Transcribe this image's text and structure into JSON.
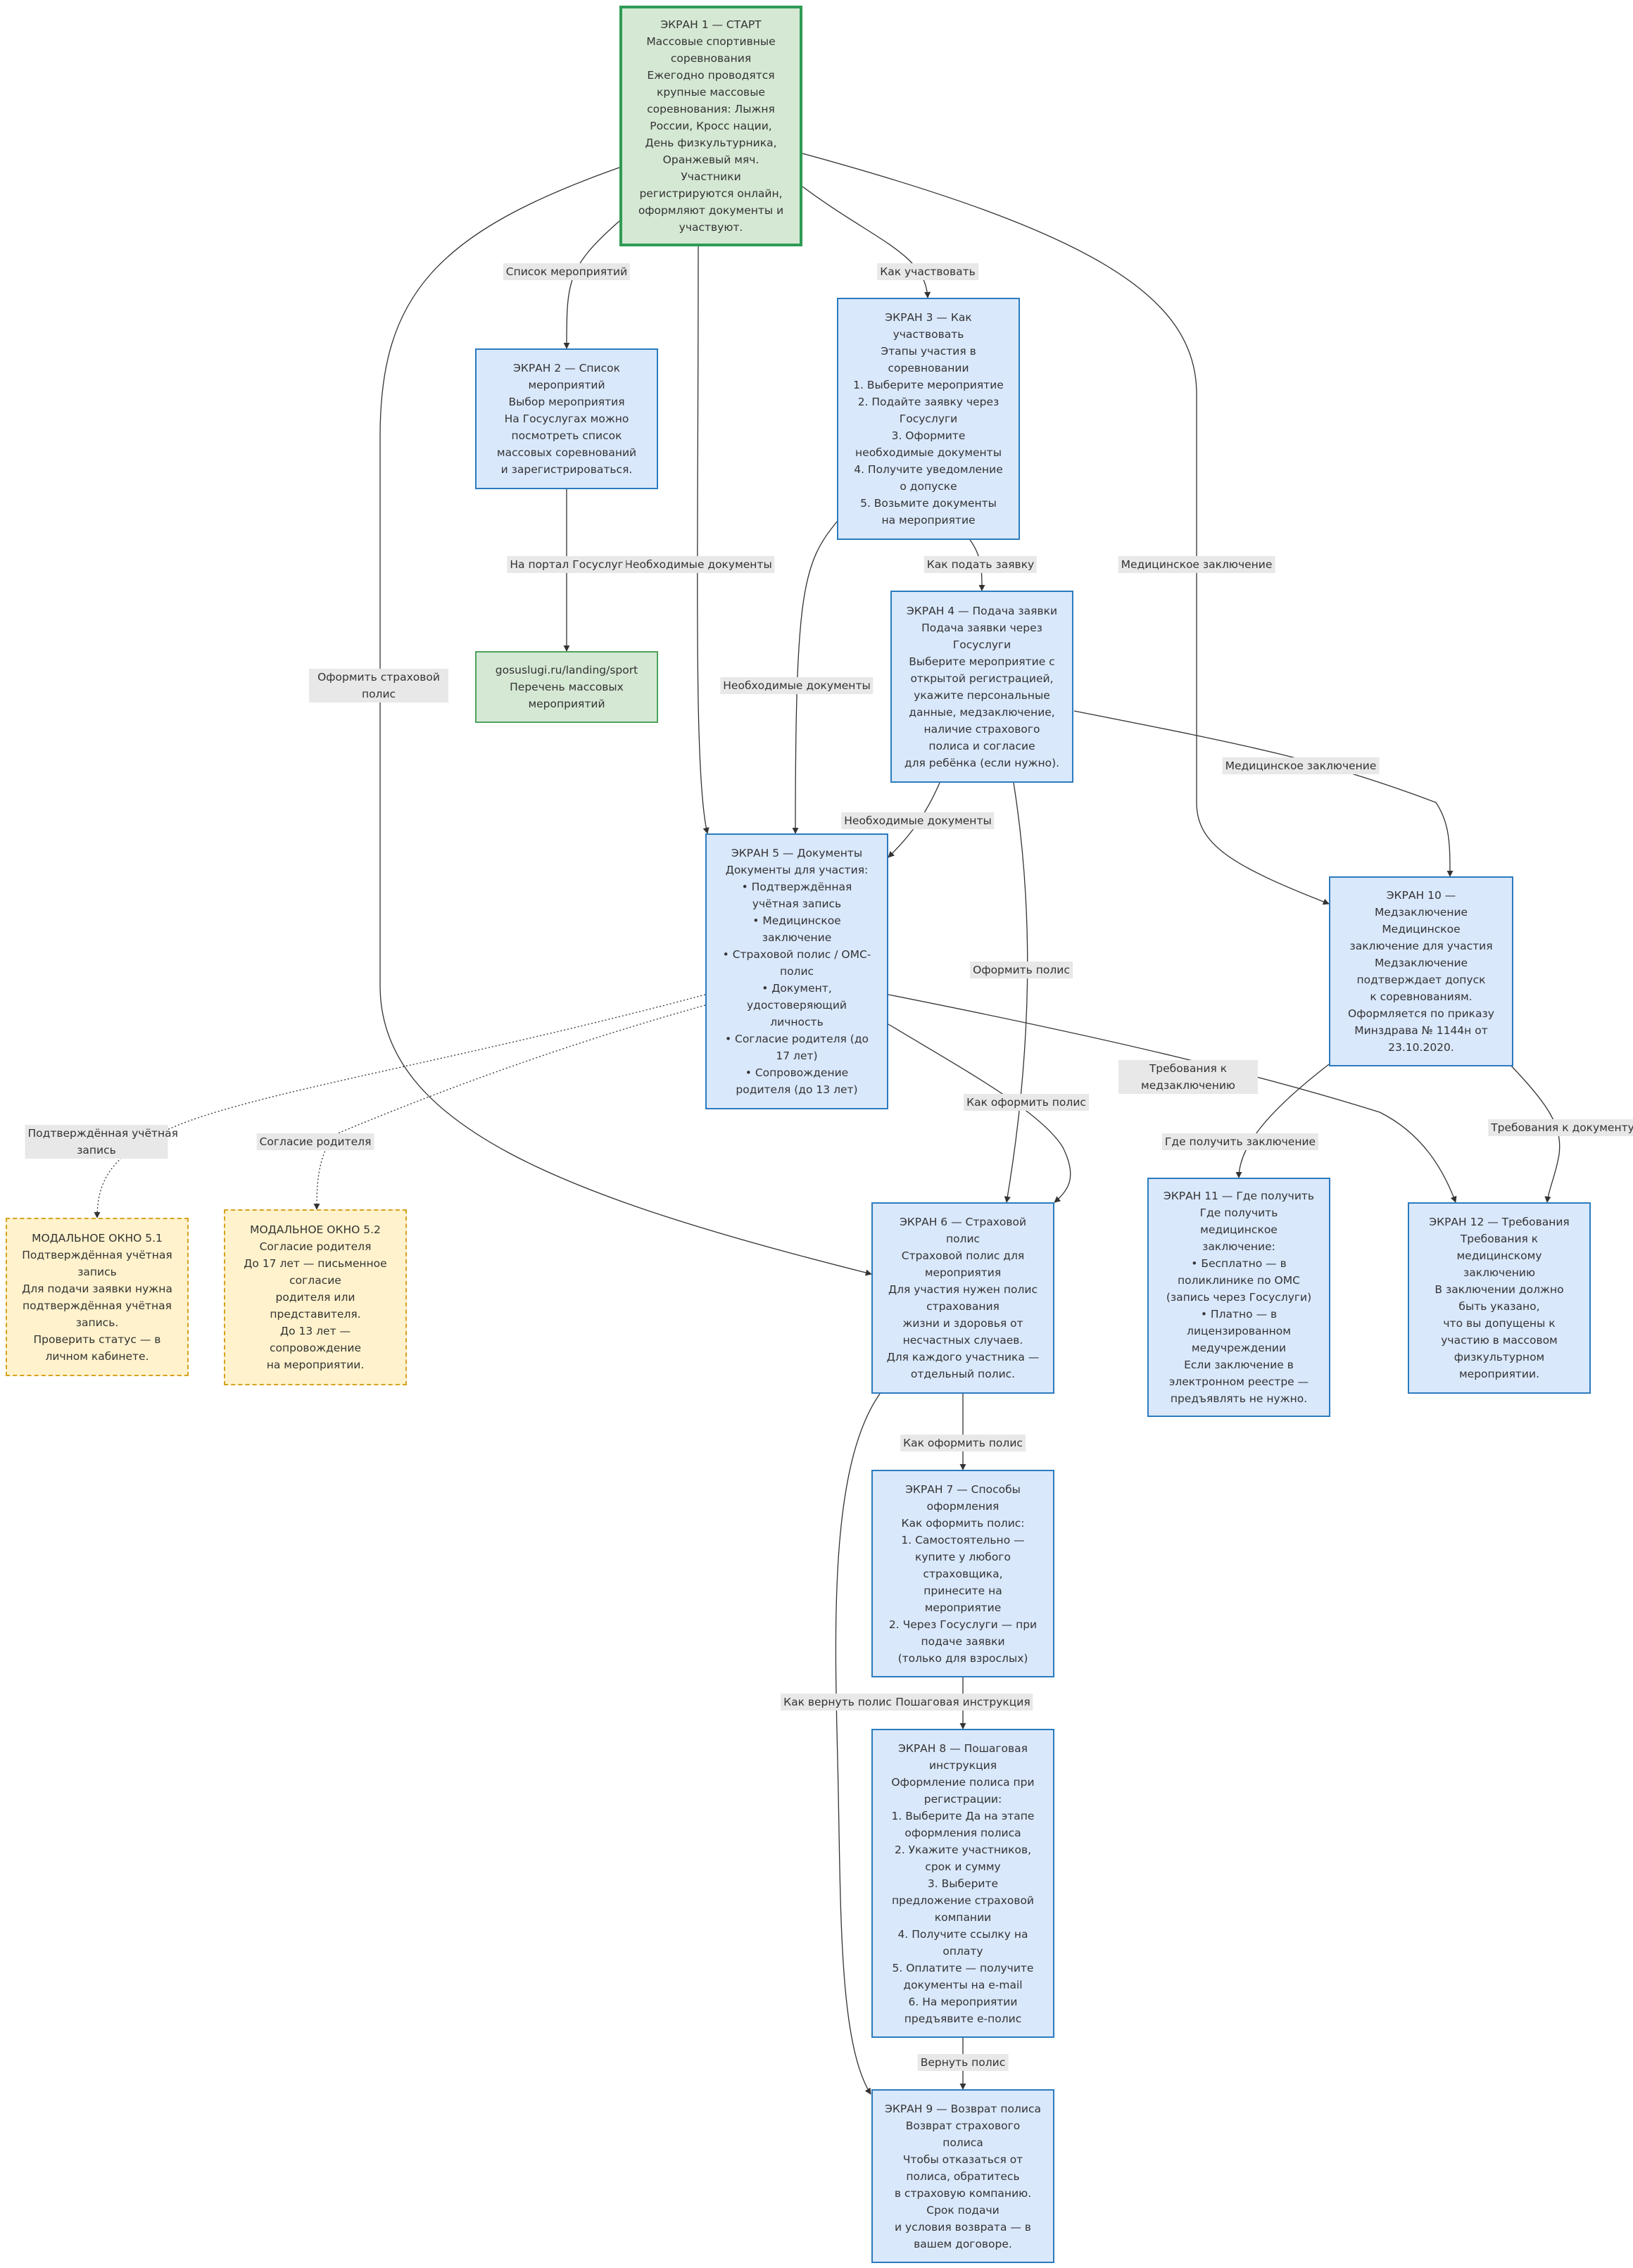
{
  "nodes": [
    {
      "id": "s1",
      "style": "start",
      "lines": [
        "ЭКРАН 1 — СТАРТ",
        "Массовые спортивные",
        "соревнования",
        "Ежегодно проводятся",
        "крупные массовые",
        "соревнования: Лыжня",
        "России, Кросс нации,",
        "День физкультурника,",
        "Оранжевый мяч.",
        "Участники",
        "регистрируются онлайн,",
        "оформляют документы и",
        "участвуют."
      ]
    },
    {
      "id": "s2",
      "style": "blue",
      "lines": [
        "ЭКРАН 2 — Список",
        "мероприятий",
        "Выбор мероприятия",
        "На Госуслугах можно",
        "посмотреть список",
        "массовых соревнований",
        "и зарегистрироваться."
      ]
    },
    {
      "id": "portal",
      "style": "green",
      "lines": [
        "gosuslugi.ru/landing/sport",
        "Перечень массовых",
        "мероприятий"
      ]
    },
    {
      "id": "s3",
      "style": "blue",
      "lines": [
        "ЭКРАН 3 — Как",
        "участвовать",
        "Этапы участия в",
        "соревновании",
        "1. Выберите мероприятие",
        "2. Подайте заявку через",
        "Госуслуги",
        "3. Оформите",
        "необходимые документы",
        "4. Получите уведомление",
        "о допуске",
        "5. Возьмите документы",
        "на мероприятие"
      ]
    },
    {
      "id": "s4",
      "style": "blue",
      "lines": [
        "ЭКРАН 4 — Подача заявки",
        "Подача заявки через",
        "Госуслуги",
        "Выберите мероприятие с",
        "открытой регистрацией,",
        "укажите персональные",
        "данные, медзаключение,",
        "наличие страхового",
        "полиса и согласие",
        "для ребёнка (если нужно)."
      ]
    },
    {
      "id": "s5",
      "style": "blue",
      "lines": [
        "ЭКРАН 5 — Документы",
        "Документы для участия:",
        "• Подтверждённая",
        "учётная запись",
        "• Медицинское",
        "заключение",
        "• Страховой полис / ОМС-",
        "полис",
        "• Документ,",
        "удостоверяющий",
        "личность",
        "• Согласие родителя (до",
        "17 лет)",
        "• Сопровождение",
        "родителя (до 13 лет)"
      ]
    },
    {
      "id": "s10",
      "style": "blue",
      "lines": [
        "ЭКРАН 10 —",
        "Медзаключение",
        "Медицинское",
        "заключение для участия",
        "Медзаключение",
        "подтверждает допуск",
        "к соревнованиям.",
        "Оформляется по приказу",
        "Минздрава № 1144н от",
        "23.10.2020."
      ]
    },
    {
      "id": "m51",
      "style": "modal",
      "lines": [
        "МОДАЛЬНОЕ ОКНО 5.1",
        "Подтверждённая учётная",
        "запись",
        "Для подачи заявки нужна",
        "подтверждённая учётная",
        "запись.",
        "Проверить статус — в",
        "личном кабинете."
      ]
    },
    {
      "id": "m52",
      "style": "modal",
      "lines": [
        "МОДАЛЬНОЕ ОКНО 5.2",
        "Согласие родителя",
        "До 17 лет — письменное",
        "согласие",
        "родителя или",
        "представителя.",
        "До 13 лет —",
        "сопровождение",
        "на мероприятии."
      ]
    },
    {
      "id": "s6",
      "style": "blue",
      "lines": [
        "ЭКРАН 6 — Страховой",
        "полис",
        "Страховой полис для",
        "мероприятия",
        "Для участия нужен полис",
        "страхования",
        "жизни и здоровья от",
        "несчастных случаев.",
        "Для каждого участника —",
        "отдельный полис."
      ]
    },
    {
      "id": "s11",
      "style": "blue",
      "lines": [
        "ЭКРАН 11 — Где получить",
        "Где получить",
        "медицинское",
        "заключение:",
        "• Бесплатно — в",
        "поликлинике по ОМС",
        "(запись через Госуслуги)",
        "• Платно — в",
        "лицензированном",
        "медучреждении",
        "Если заключение в",
        "электронном реестре —",
        "предъявлять не нужно."
      ]
    },
    {
      "id": "s12",
      "style": "blue",
      "lines": [
        "ЭКРАН 12 — Требования",
        "Требования к",
        "медицинскому",
        "заключению",
        "В заключении должно",
        "быть указано,",
        "что вы допущены к",
        "участию в массовом",
        "физкультурном",
        "мероприятии."
      ]
    },
    {
      "id": "s7",
      "style": "blue",
      "lines": [
        "ЭКРАН 7 — Способы",
        "оформления",
        "Как оформить полис:",
        "1. Самостоятельно —",
        "купите у любого",
        "страховщика,",
        "принесите на",
        "мероприятие",
        "2. Через Госуслуги — при",
        "подаче заявки",
        "(только для взрослых)"
      ]
    },
    {
      "id": "s8",
      "style": "blue",
      "lines": [
        "ЭКРАН 8 — Пошаговая",
        "инструкция",
        "Оформление полиса при",
        "регистрации:",
        "1. Выберите Да на этапе",
        "оформления полиса",
        "2. Укажите участников,",
        "срок и сумму",
        "3. Выберите",
        "предложение страховой",
        "компании",
        "4. Получите ссылку на",
        "оплату",
        "5. Оплатите — получите",
        "документы на e-mail",
        "6. На мероприятии",
        "предъявите е-полис"
      ]
    },
    {
      "id": "s9",
      "style": "blue",
      "lines": [
        "ЭКРАН 9 — Возврат полиса",
        "Возврат страхового",
        "полиса",
        "Чтобы отказаться от",
        "полиса, обратитесь",
        "в страховую компанию.",
        "Срок подачи",
        "и условия возврата — в",
        "вашем договоре."
      ]
    }
  ],
  "edges": [
    {
      "id": "e1",
      "from": "s1",
      "to": "s2",
      "label_lines": [
        "Список мероприятий"
      ],
      "style": "solid"
    },
    {
      "id": "e2",
      "from": "s1",
      "to": "s3",
      "label_lines": [
        "Как участвовать"
      ],
      "style": "solid"
    },
    {
      "id": "e3",
      "from": "s1",
      "to": "s5",
      "label_lines": [
        "Необходимые документы"
      ],
      "style": "solid"
    },
    {
      "id": "e4",
      "from": "s1",
      "to": "s10",
      "label_lines": [
        "Медицинское заключение"
      ],
      "style": "solid"
    },
    {
      "id": "e5",
      "from": "s1",
      "to": "s6",
      "label_lines": [
        "Оформить страховой",
        "полис"
      ],
      "style": "solid"
    },
    {
      "id": "e6",
      "from": "s2",
      "to": "portal",
      "label_lines": [
        "На портал Госуслуг"
      ],
      "style": "solid"
    },
    {
      "id": "e7",
      "from": "s3",
      "to": "s4",
      "label_lines": [
        "Как подать заявку"
      ],
      "style": "solid"
    },
    {
      "id": "e8",
      "from": "s3",
      "to": "s5",
      "label_lines": [
        "Необходимые документы"
      ],
      "style": "solid"
    },
    {
      "id": "e9",
      "from": "s4",
      "to": "s5",
      "label_lines": [
        "Необходимые документы"
      ],
      "style": "solid"
    },
    {
      "id": "e10",
      "from": "s4",
      "to": "s10",
      "label_lines": [
        "Медицинское заключение"
      ],
      "style": "solid"
    },
    {
      "id": "e11",
      "from": "s4",
      "to": "s6",
      "label_lines": [
        "Оформить полис"
      ],
      "style": "solid"
    },
    {
      "id": "e12",
      "from": "s5",
      "to": "m51",
      "label_lines": [
        "Подтверждённая учётная",
        "запись"
      ],
      "style": "dotted"
    },
    {
      "id": "e13",
      "from": "s5",
      "to": "m52",
      "label_lines": [
        "Согласие родителя"
      ],
      "style": "dotted"
    },
    {
      "id": "e14",
      "from": "s5",
      "to": "s6",
      "label_lines": [
        "Как оформить полис"
      ],
      "style": "solid"
    },
    {
      "id": "e15",
      "from": "s5",
      "to": "s12",
      "label_lines": [
        "Требования к",
        "медзаключению"
      ],
      "style": "solid"
    },
    {
      "id": "e16",
      "from": "s10",
      "to": "s11",
      "label_lines": [
        "Где получить заключение"
      ],
      "style": "solid"
    },
    {
      "id": "e17",
      "from": "s10",
      "to": "s12",
      "label_lines": [
        "Требования к документу"
      ],
      "style": "solid"
    },
    {
      "id": "e18",
      "from": "s6",
      "to": "s7",
      "label_lines": [
        "Как оформить полис"
      ],
      "style": "solid"
    },
    {
      "id": "e19",
      "from": "s6",
      "to": "s9",
      "label_lines": [
        "Как вернуть полис"
      ],
      "style": "solid"
    },
    {
      "id": "e20",
      "from": "s7",
      "to": "s8",
      "label_lines": [
        "Пошаговая инструкция"
      ],
      "style": "solid"
    },
    {
      "id": "e21",
      "from": "s8",
      "to": "s9",
      "label_lines": [
        "Вернуть полис"
      ],
      "style": "solid"
    }
  ],
  "colors": {
    "screen_fill": "#dae8fc",
    "screen_border": "#2b7bbf",
    "start_fill": "#d5e8d4",
    "start_border": "#2e9b55",
    "link_fill": "#d5e8d4",
    "link_border": "#4ea35e",
    "modal_fill": "#fff2cc",
    "modal_border": "#d6a21f",
    "edge": "#333333",
    "edge_label_bg": "#e8e8e8"
  }
}
